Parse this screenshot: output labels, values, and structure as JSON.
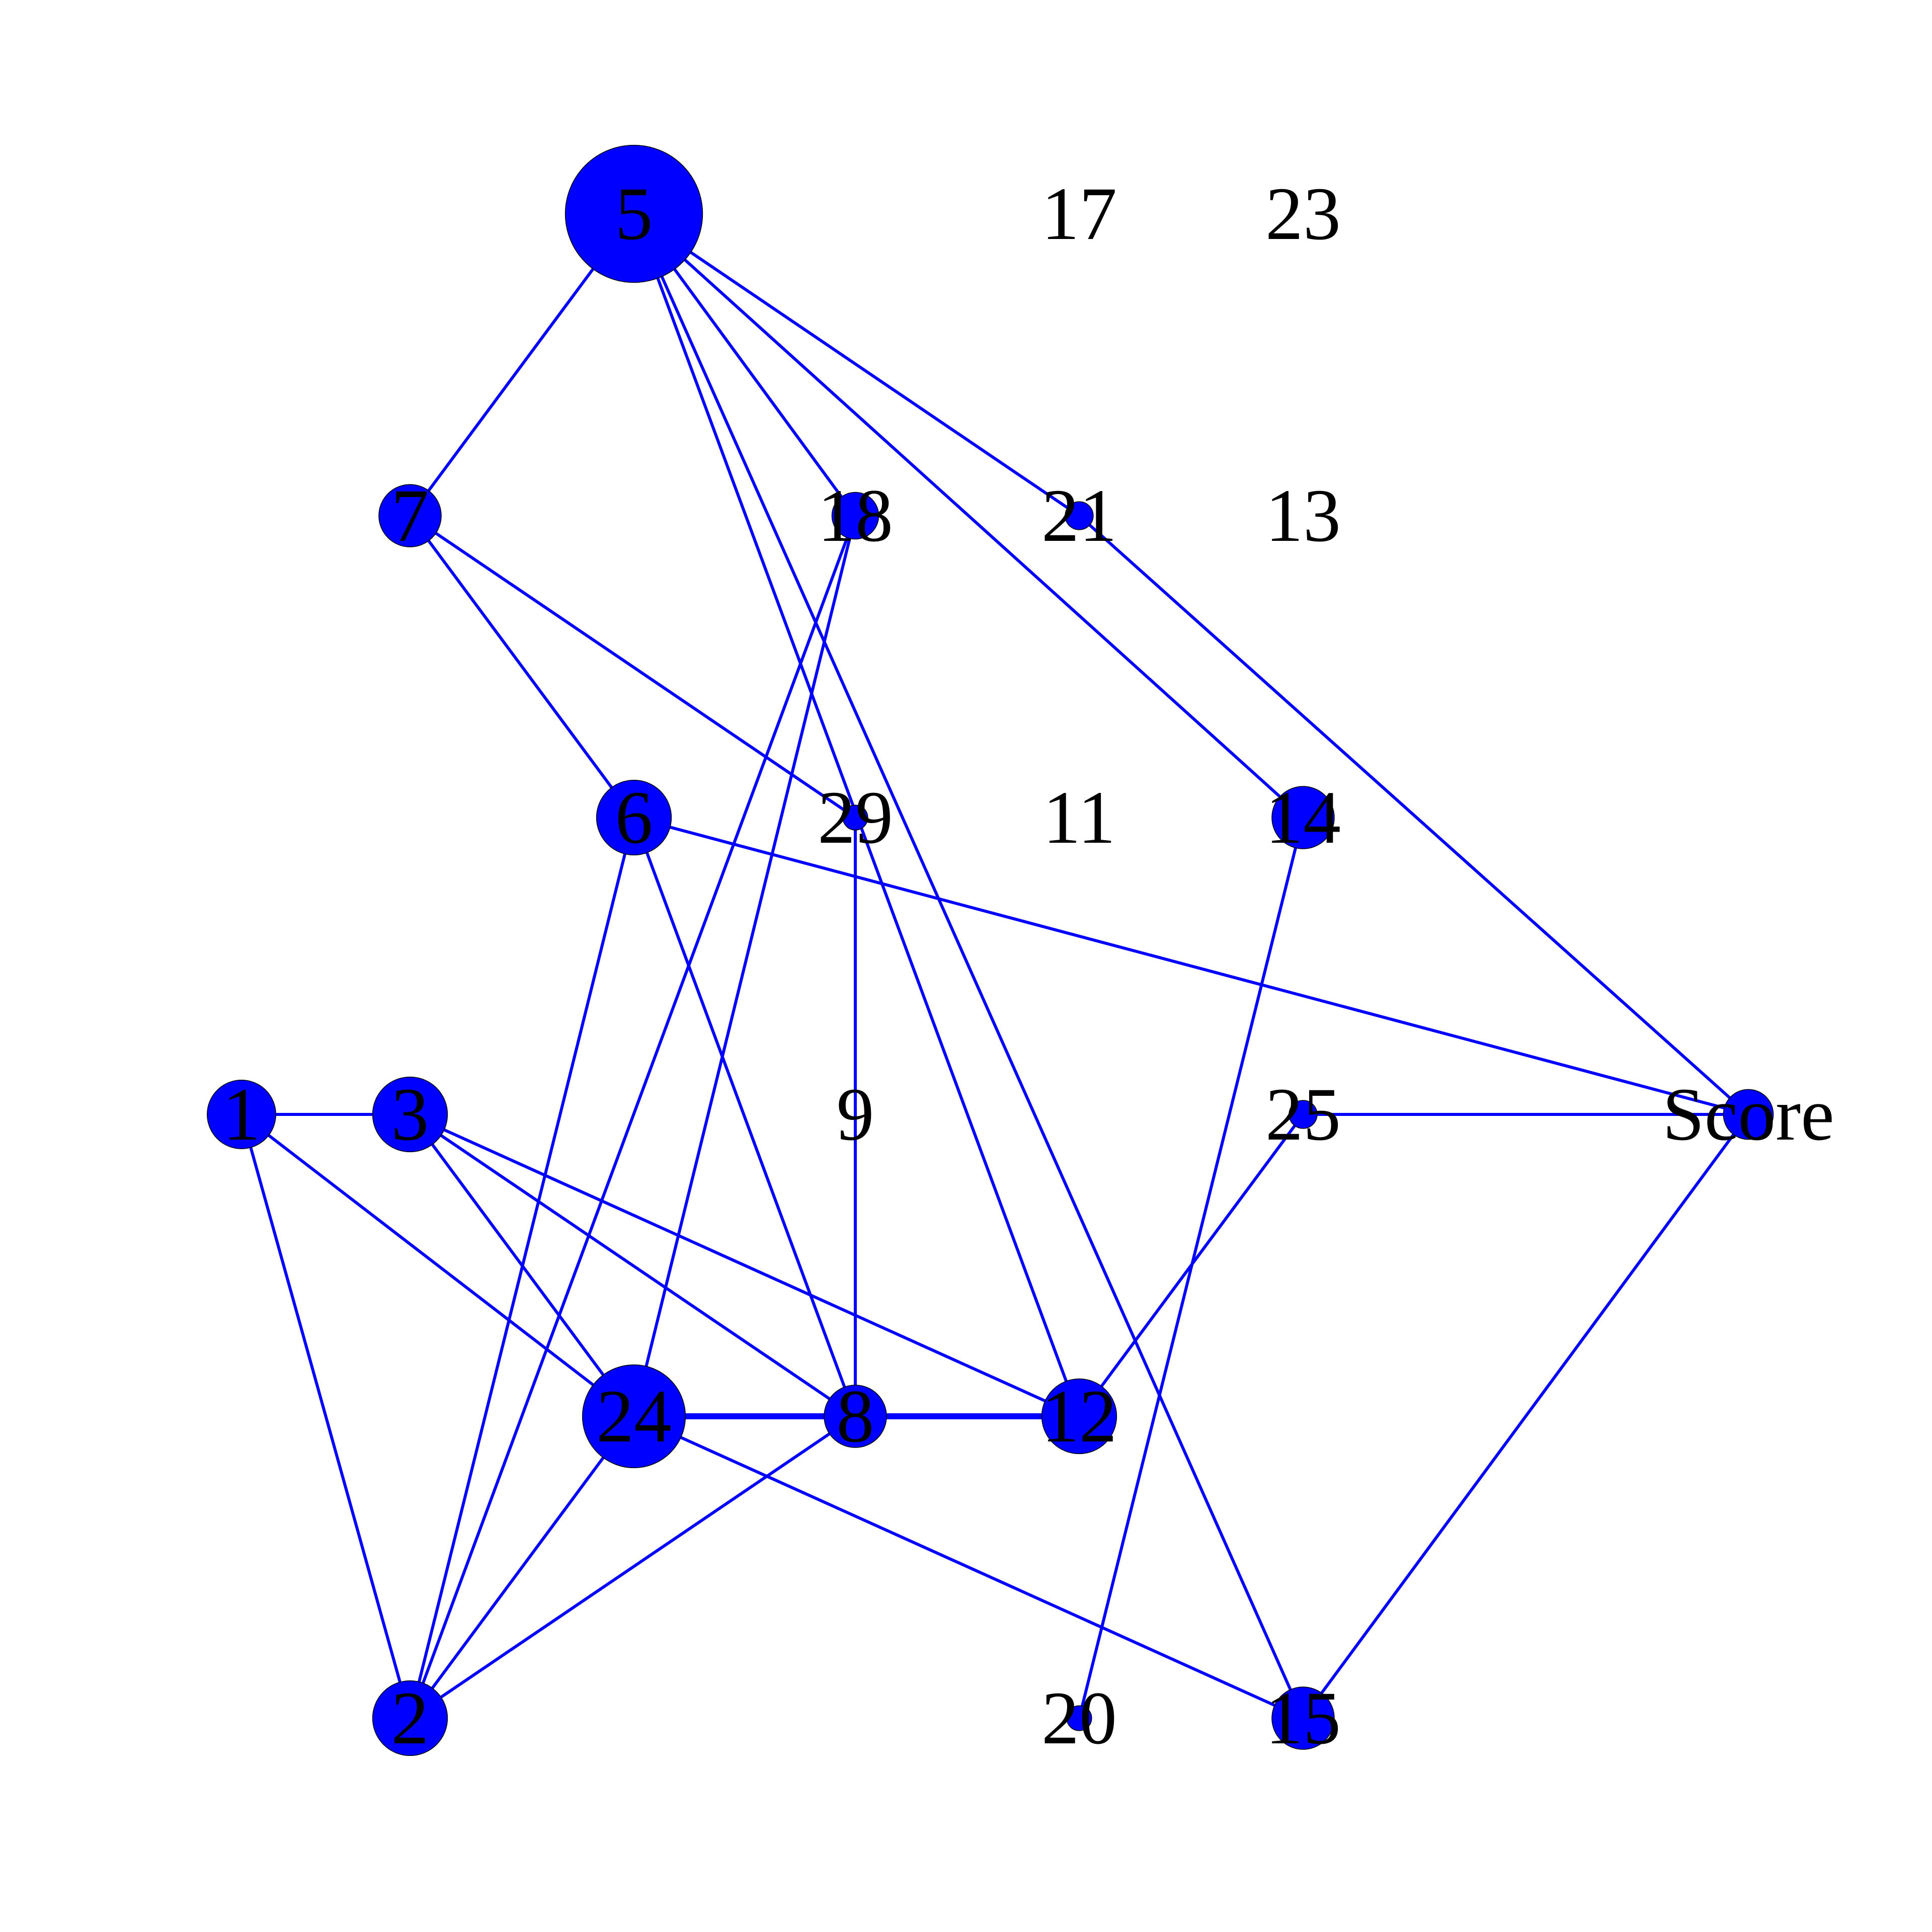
{
  "graph": {
    "nodes": [
      {
        "id": "1",
        "label": "1",
        "weight": 1.1
      },
      {
        "id": "2",
        "label": "2",
        "weight": 1.2
      },
      {
        "id": "3",
        "label": "3",
        "weight": 1.2
      },
      {
        "id": "5",
        "label": "5",
        "weight": 2.2
      },
      {
        "id": "6",
        "label": "6",
        "weight": 1.2
      },
      {
        "id": "7",
        "label": "7",
        "weight": 1.0
      },
      {
        "id": "8",
        "label": "8",
        "weight": 1.0
      },
      {
        "id": "9",
        "label": "9",
        "weight": 0
      },
      {
        "id": "11",
        "label": "11",
        "weight": 0
      },
      {
        "id": "12",
        "label": "12",
        "weight": 1.2
      },
      {
        "id": "13",
        "label": "13",
        "weight": 0
      },
      {
        "id": "14",
        "label": "14",
        "weight": 1.0
      },
      {
        "id": "15",
        "label": "15",
        "weight": 1.0
      },
      {
        "id": "17",
        "label": "17",
        "weight": 0
      },
      {
        "id": "18",
        "label": "18",
        "weight": 0.75
      },
      {
        "id": "20",
        "label": "20",
        "weight": 0.4
      },
      {
        "id": "21",
        "label": "21",
        "weight": 0.45
      },
      {
        "id": "23",
        "label": "23",
        "weight": 0
      },
      {
        "id": "24",
        "label": "24",
        "weight": 1.65
      },
      {
        "id": "25",
        "label": "25",
        "weight": 0.45
      },
      {
        "id": "29",
        "label": "29",
        "weight": 0.4
      },
      {
        "id": "Score",
        "label": "Score",
        "weight": 0.8
      }
    ],
    "edges": [
      {
        "source": "1",
        "target": "3",
        "weight": 1
      },
      {
        "source": "1",
        "target": "24",
        "weight": 1
      },
      {
        "source": "1",
        "target": "2",
        "weight": 1
      },
      {
        "source": "3",
        "target": "24",
        "weight": 1
      },
      {
        "source": "3",
        "target": "8",
        "weight": 1
      },
      {
        "source": "3",
        "target": "12",
        "weight": 1
      },
      {
        "source": "5",
        "target": "7",
        "weight": 1
      },
      {
        "source": "5",
        "target": "18",
        "weight": 1
      },
      {
        "source": "5",
        "target": "12",
        "weight": 1
      },
      {
        "source": "5",
        "target": "15",
        "weight": 1
      },
      {
        "source": "5",
        "target": "14",
        "weight": 1
      },
      {
        "source": "5",
        "target": "21",
        "weight": 1
      },
      {
        "source": "7",
        "target": "6",
        "weight": 1
      },
      {
        "source": "7",
        "target": "29",
        "weight": 1
      },
      {
        "source": "6",
        "target": "2",
        "weight": 1
      },
      {
        "source": "6",
        "target": "8",
        "weight": 1
      },
      {
        "source": "6",
        "target": "Score",
        "weight": 1
      },
      {
        "source": "18",
        "target": "24",
        "weight": 1
      },
      {
        "source": "18",
        "target": "2",
        "weight": 1
      },
      {
        "source": "21",
        "target": "Score",
        "weight": 1
      },
      {
        "source": "29",
        "target": "8",
        "weight": 1
      },
      {
        "source": "14",
        "target": "20",
        "weight": 1
      },
      {
        "source": "25",
        "target": "Score",
        "weight": 1
      },
      {
        "source": "25",
        "target": "12",
        "weight": 1
      },
      {
        "source": "24",
        "target": "8",
        "weight": 2
      },
      {
        "source": "8",
        "target": "12",
        "weight": 2
      },
      {
        "source": "24",
        "target": "2",
        "weight": 1
      },
      {
        "source": "24",
        "target": "15",
        "weight": 1
      },
      {
        "source": "8",
        "target": "2",
        "weight": 1
      },
      {
        "source": "Score",
        "target": "15",
        "weight": 1
      }
    ]
  }
}
